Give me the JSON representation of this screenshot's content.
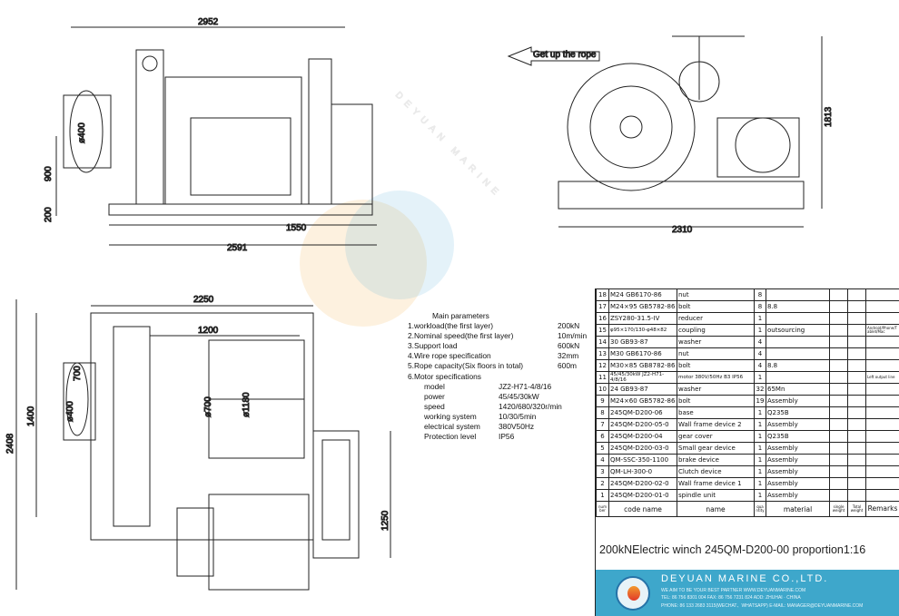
{
  "dimensions": {
    "side_total": "2952",
    "side_900": "900",
    "side_400": "ø400",
    "side_200": "200",
    "side_1550": "1550",
    "side_2591": "2591",
    "front_2310": "2310",
    "front_1813": "1813",
    "front_label": "Get up the rope",
    "plan_2250": "2250",
    "plan_1200": "1200",
    "plan_700": "700",
    "plan_400": "ø400",
    "plan_700d": "ø700",
    "plan_1180": "ø1180",
    "plan_1400": "1400",
    "plan_2408": "2408",
    "plan_1250": "1250"
  },
  "watermark": "DEYUAN MARINE",
  "params": {
    "title": "Main parameters",
    "items": [
      {
        "k": "1.workload(the first layer)",
        "v": "200kN"
      },
      {
        "k": "2.Nominal speed(the first layer)",
        "v": "10m/min"
      },
      {
        "k": "3.Support load",
        "v": "600kN"
      },
      {
        "k": "4.Wire rope specification",
        "v": "32mm"
      },
      {
        "k": "5.Rope capacity(Six floors in total)",
        "v": "600m"
      },
      {
        "k": "6.Motor specifications",
        "v": ""
      }
    ],
    "motor": [
      {
        "k": "model",
        "v": "JZ2-H71-4/8/16"
      },
      {
        "k": "power",
        "v": "45/45/30kW"
      },
      {
        "k": "speed",
        "v": "1420/680/320r/min"
      },
      {
        "k": "working system",
        "v": "10/30/5min"
      },
      {
        "k": "electrical system",
        "v": "380V50Hz"
      },
      {
        "k": "Protection level",
        "v": "IP56"
      }
    ]
  },
  "parts": [
    [
      "18",
      "M24 GB6170-86",
      "nut",
      "8",
      "",
      ""
    ],
    [
      "17",
      "M24×95 GB5782-86",
      "bolt",
      "8",
      "8.8",
      ""
    ],
    [
      "16",
      "ZSY280-31.5-IV",
      "reducer",
      "1",
      "",
      ""
    ],
    [
      "15",
      "φ95×170/130-φ48×82",
      "coupling",
      "1",
      "outsourcing",
      "Android/Phone/Tablet/Mac"
    ],
    [
      "14",
      "30 GB93-87",
      "washer",
      "4",
      "",
      ""
    ],
    [
      "13",
      "M30 GB6170-86",
      "nut",
      "4",
      "",
      ""
    ],
    [
      "12",
      "M30×85 GB8782-86",
      "bolt",
      "4",
      "8.8",
      ""
    ],
    [
      "11",
      "45/45/30kW JZ2-H71-4/8/16",
      "motor 380V/50Hz B3 IP56",
      "1",
      "",
      "Left output line"
    ],
    [
      "10",
      "24 GB93-87",
      "washer",
      "32",
      "65Mn",
      ""
    ],
    [
      "9",
      "M24×60 GB5782-86",
      "bolt",
      "19",
      "Assembly",
      ""
    ],
    [
      "8",
      "245QM-D200-06",
      "base",
      "1",
      "Q235B",
      ""
    ],
    [
      "7",
      "245QM-D200-05-0",
      "Wall frame device 2",
      "1",
      "Assembly",
      ""
    ],
    [
      "6",
      "245QM-D200-04",
      "gear cover",
      "1",
      "Q235B",
      ""
    ],
    [
      "5",
      "245QM-D200-03-0",
      "Small gear device",
      "1",
      "Assembly",
      ""
    ],
    [
      "4",
      "QM-SSC-350-1100",
      "brake device",
      "1",
      "Assembly",
      ""
    ],
    [
      "3",
      "QM-LH-300-0",
      "Clutch device",
      "1",
      "Assembly",
      ""
    ],
    [
      "2",
      "245QM-D200-02-0",
      "Wall frame device 1",
      "1",
      "Assembly",
      ""
    ],
    [
      "1",
      "245QM-D200-01-0",
      "spindle unit",
      "1",
      "Assembly",
      ""
    ]
  ],
  "header": {
    "number": "number",
    "code": "code name",
    "name": "name",
    "qty": "quantity",
    "material": "material",
    "single": "single weight",
    "total": "Total weight",
    "remarks": "Remarks"
  },
  "title": "200kNElectric winch  245QM-D200-00  proportion1:16",
  "footer": {
    "company": "DEYUAN MARINE CO.,LTD.",
    "l1": "WE AIM TO BE YOUR BEST PARTNER   WWW.DEYUANMARINE.COM",
    "l2": "TEL: 86 756 8301 004      FAX: 86 756 7231 824      ADD: ZHUHAI · CHINA",
    "l3": "PHONE: 86 133 2683 3115(WECHAT、WHATSAPP)    E-MAIL: MANAGER@DEYUANMARINE.COM",
    "accent": "#3ea7cb"
  }
}
